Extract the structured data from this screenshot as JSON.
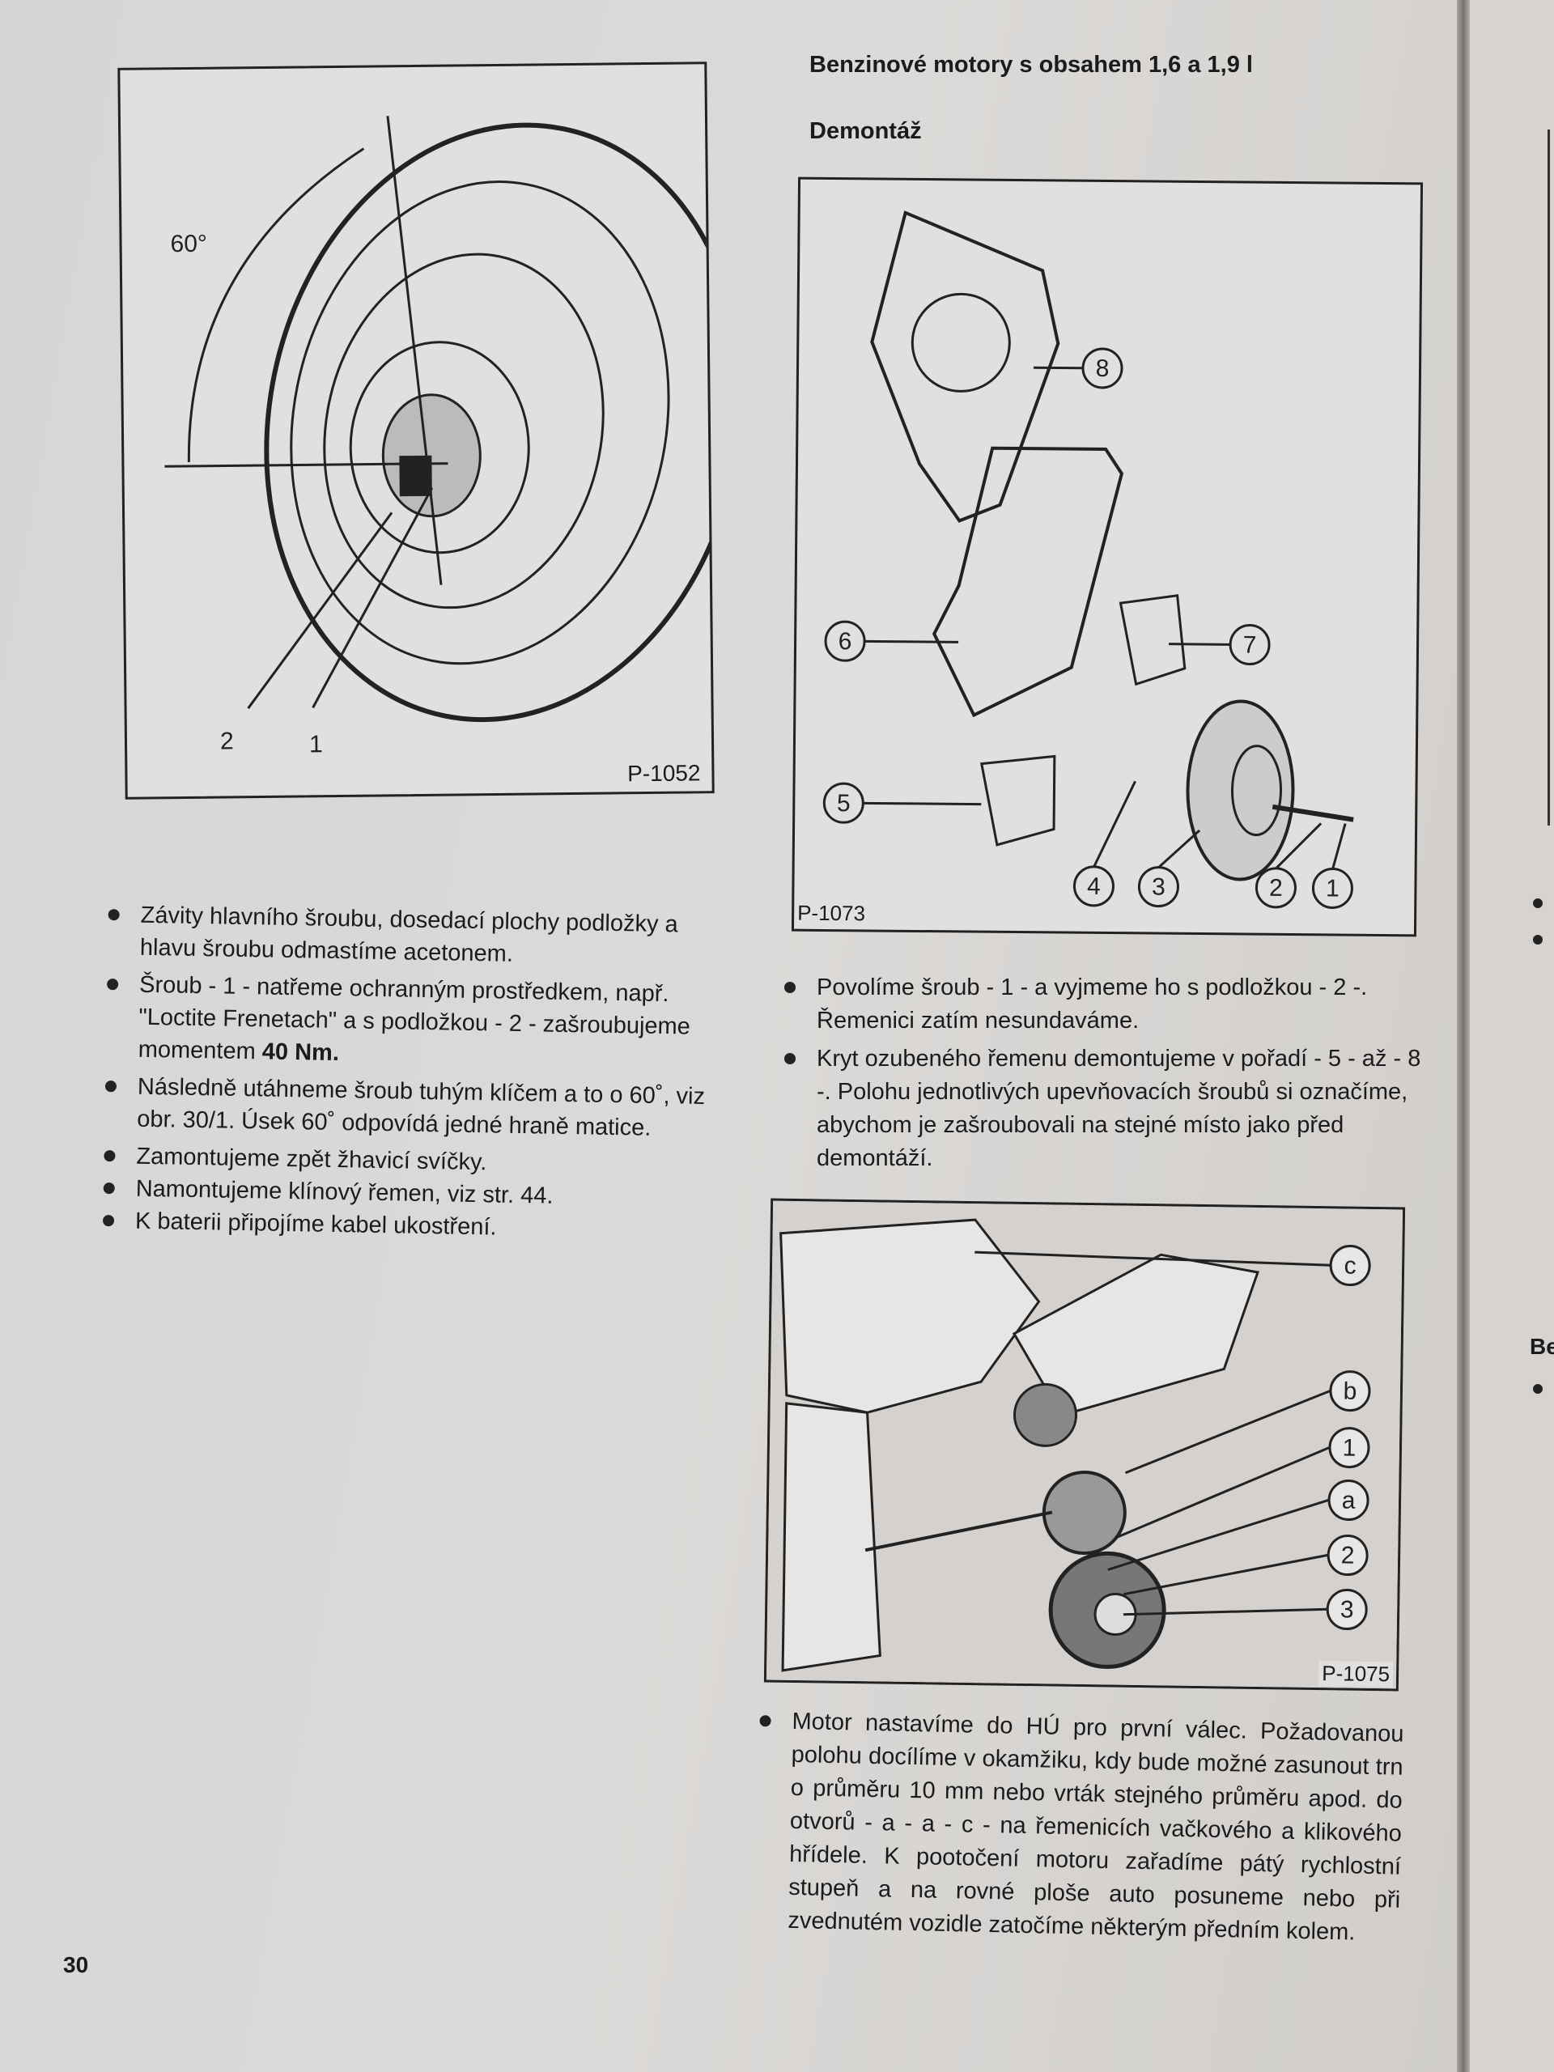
{
  "header": {
    "title": "Benzinové motory s obsahem 1,6 a 1,9 l",
    "subtitle": "Demontáž"
  },
  "figures": {
    "fig1": {
      "id": "P-1052",
      "angle_label": "60°",
      "callouts": [
        "2",
        "1"
      ]
    },
    "fig2": {
      "id": "P-1073",
      "callouts": [
        "8",
        "6",
        "7",
        "5",
        "4",
        "3",
        "2",
        "1"
      ]
    },
    "fig3": {
      "id": "P-1075",
      "callouts": [
        "c",
        "b",
        "1",
        "a",
        "2",
        "3"
      ]
    }
  },
  "left_bullets": [
    "Závity hlavního šroubu, dosedací plochy podložky a hlavu šroubu odmastíme acetonem.",
    "Šroub - 1 - natřeme ochranným prostředkem, např. \"Loctite Frenetach\" a s podložkou - 2 - zašroubujeme momentem ",
    "Následně utáhneme šroub tuhým klíčem a to o 60˚, viz obr. 30/1. Úsek 60˚ odpovídá jedné hraně matice.",
    "Zamontujeme zpět žhavicí svíčky.",
    "Namontujeme klínový řemen, viz str. 44.",
    "K baterii připojíme kabel ukostření."
  ],
  "torque_bold": "40 Nm.",
  "right_bullets": [
    "Povolíme šroub - 1 - a vyjmeme ho s podložkou - 2 -. Řemenici zatím nesundaváme.",
    "Kryt ozubeného řemenu demontujeme v pořadí - 5 - až - 8 -. Polohu jednotlivých upevňovacích šroubů si označíme, abychom je zašroubovali na stejné místo jako před demontáží."
  ],
  "final_bullet": "Motor nastavíme do HÚ pro první válec. Požadovanou polohu docílíme v okamžiku, kdy bude možné zasunout trn o průměru 10 mm nebo vrták stejného průměru apod. do otvorů - a - a - c - na řemenicích vačkového a klikového hřídele. K pootočení motoru zařadíme pátý rychlostní stupeň a na rovné ploše auto posuneme nebo při zvednutém vozidle zatočíme některým předním kolem.",
  "page_number": "30",
  "next_page_fragment": "Be"
}
